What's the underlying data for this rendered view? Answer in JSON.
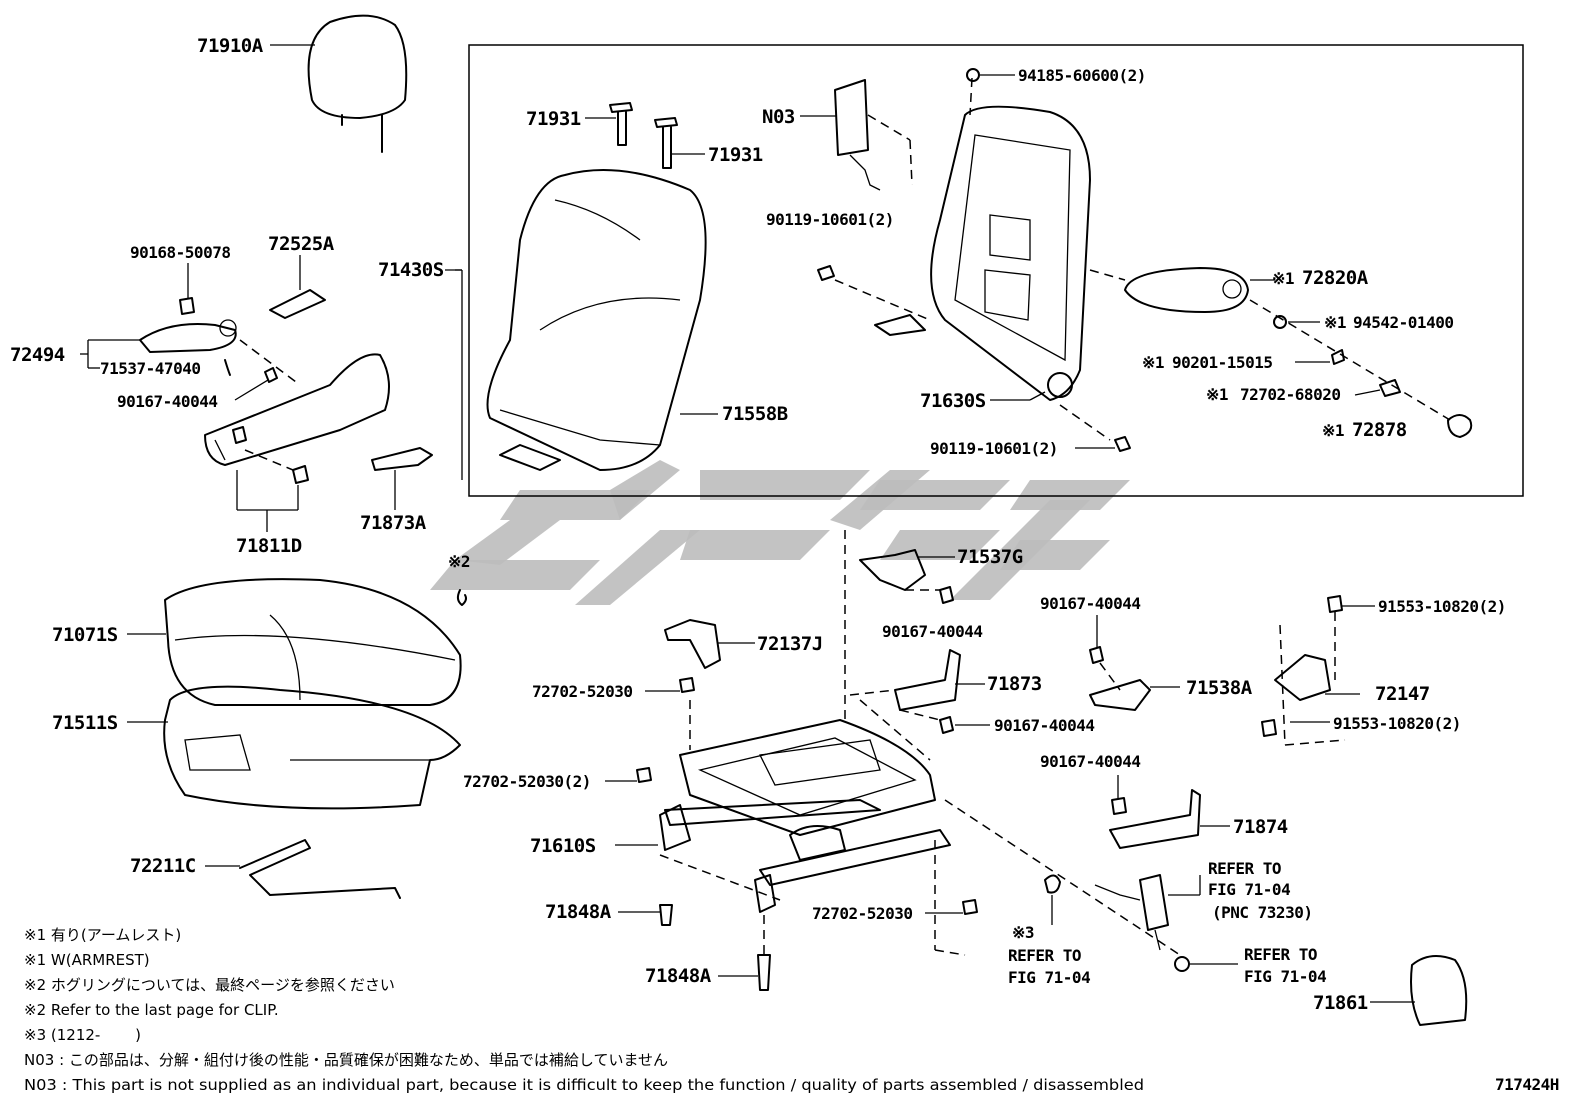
{
  "diagram_id": "717424H",
  "labels": {
    "p71910A": "71910A",
    "p71931a": "71931",
    "p71931b": "71931",
    "pN03": "N03",
    "p94185": "94185-60600(2)",
    "p90168": "90168-50078",
    "p72525A": "72525A",
    "p71430S": "71430S",
    "p72494": "72494",
    "p71537_47040": "71537-47040",
    "p90167_a": "90167-40044",
    "p71811D": "71811D",
    "p71873A": "71873A",
    "p71558B": "71558B",
    "p90119_a": "90119-10601(2)",
    "p72820A": "72820A",
    "p94542": "94542-01400",
    "p90201": "90201-15015",
    "p72702_68020": "72702-68020",
    "p72878": "72878",
    "p71630S": "71630S",
    "p90119_b": "90119-10601(2)",
    "p71537G": "71537G",
    "p90167_b": "90167-40044",
    "p72137J": "72137J",
    "p71071S": "71071S",
    "p71511S": "71511S",
    "p72702_52030_a": "72702-52030",
    "p71873": "71873",
    "p90167_c": "90167-40044",
    "p90167_d": "90167-40044",
    "p71538A": "71538A",
    "p91553_a": "91553-10820(2)",
    "p72147": "72147",
    "p91553_b": "91553-10820(2)",
    "p72702_52030_b": "72702-52030(2)",
    "p90167_e": "90167-40044",
    "p71874": "71874",
    "p71610S": "71610S",
    "p72211C": "72211C",
    "p71848A_a": "71848A",
    "p71848A_b": "71848A",
    "p72702_52030_c": "72702-52030",
    "p71861": "71861",
    "clip_mark": "※2"
  },
  "marks": {
    "m1": "※1",
    "m2": "※1",
    "m3": "※1",
    "m4": "※1",
    "m5": "※1",
    "m6": "※3"
  },
  "refs": {
    "r1_l1": "REFER TO",
    "r1_l2": "FIG 71-04",
    "r1_l3": "(PNC 73230)",
    "r2_l1": "REFER TO",
    "r2_l2": "FIG 71-04",
    "r3_l1": "REFER TO",
    "r3_l2": "FIG 71-04"
  },
  "notes": [
    "※1 有り(アームレスト)",
    "※1 W(ARMREST)",
    "※2 ホグリングについては、最終ページを参照ください",
    "※2 Refer to the last page for CLIP.",
    "※3 (1212-　　 )",
    "N03 : この部品は、分解・組付け後の性能・品質確保が困難なため、単品では補給していません",
    "N03 : This part is not supplied as an individual part, because it is difficult to keep the function / quality of parts assembled / disassembled"
  ]
}
